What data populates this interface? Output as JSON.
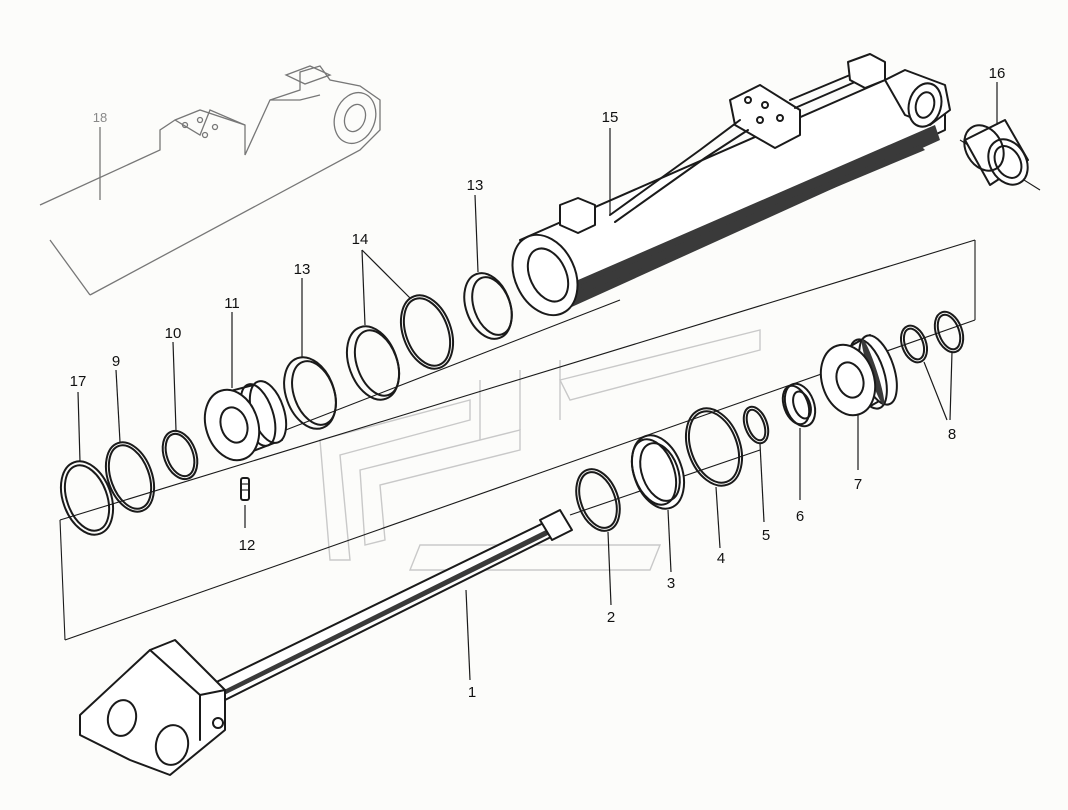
{
  "diagram": {
    "labels": {
      "p1": "1",
      "p2": "2",
      "p3": "3",
      "p4": "4",
      "p5": "5",
      "p6": "6",
      "p7": "7",
      "p8": "8",
      "p9": "9",
      "p10": "10",
      "p11": "11",
      "p12": "12",
      "p13a": "13",
      "p13b": "13",
      "p14": "14",
      "p15": "15",
      "p16": "16",
      "p17": "17",
      "p18": "18"
    }
  }
}
